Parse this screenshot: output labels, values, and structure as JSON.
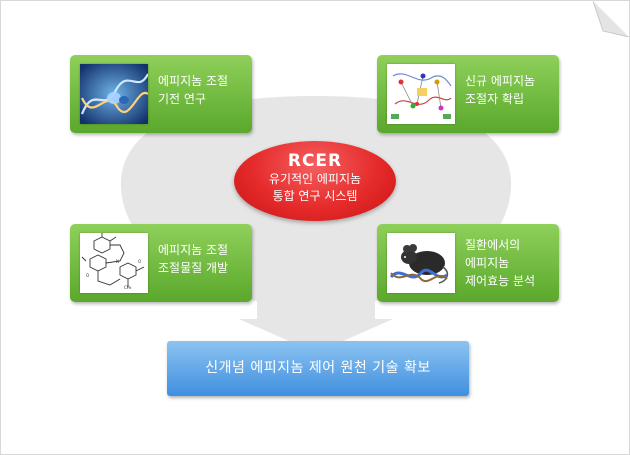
{
  "center": {
    "title": "RCER",
    "line1": "유기적인 에피지놈",
    "line2": "통합 연구 시스템"
  },
  "boxes": [
    {
      "lines": [
        "에피지놈 조절",
        "기전 연구"
      ],
      "image": "dna-helix-image"
    },
    {
      "lines": [
        "신규 에피지놈",
        "조절자 확립"
      ],
      "image": "protein-network-image"
    },
    {
      "lines": [
        "에피지놈 조절",
        "조절물질 개발"
      ],
      "image": "chemical-structure-image"
    },
    {
      "lines": [
        "질환에서의",
        "에피지놈",
        "제어효능 분석"
      ],
      "image": "mouse-image"
    }
  ],
  "bottom": {
    "label": "신개념 에피지놈 제어 원천 기술 확보"
  },
  "colors": {
    "green": "#6ab83a",
    "red": "#e52a2a",
    "blue": "#4a97e4",
    "gray": "#e6e6e6"
  }
}
